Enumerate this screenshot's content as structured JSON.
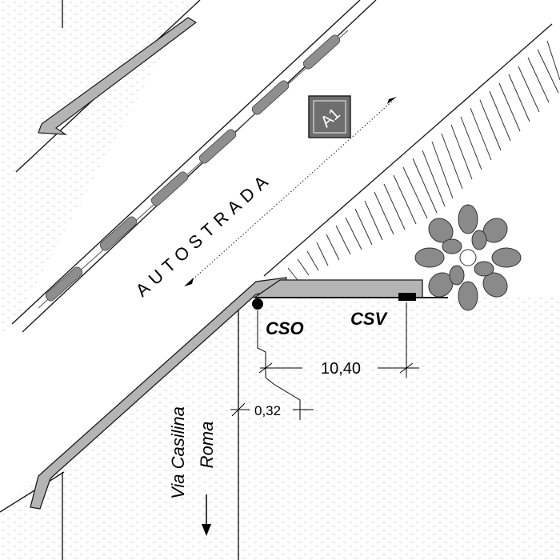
{
  "road_label": "AUTOSTRADA",
  "motorway_shield": "A1",
  "points": {
    "origin": "CSO",
    "valve": "CSV"
  },
  "dimensions": {
    "length": "10,40",
    "offset": "0,32"
  },
  "street": {
    "name": "Via Casilina",
    "direction": "Roma"
  },
  "icons": [
    "motorway-shield-icon",
    "tree-icon",
    "arrow-down-icon",
    "origin-point-marker",
    "valve-marker"
  ],
  "colors": {
    "pipe_fill": "#b4b4b4",
    "line": "#1a1a1a",
    "hatch": "#d8d8d8",
    "shield": "#6e6e6e"
  }
}
